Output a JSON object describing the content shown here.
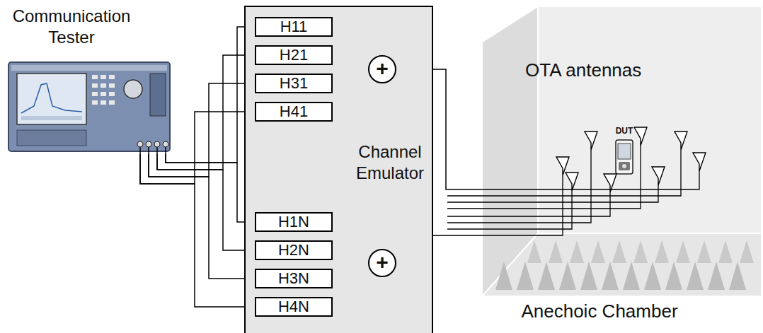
{
  "diagram": {
    "nodes": [
      {
        "text": [
          "Communication Tester"
        ]
      },
      {
        "text": [
          "Channel Emulator"
        ]
      },
      {
        "text": [
          "H11"
        ],
        "in": 1
      },
      {
        "text": [
          "H21"
        ],
        "in": 1
      },
      {
        "text": [
          "H31"
        ],
        "in": 1
      },
      {
        "text": [
          "H41"
        ],
        "in": 1
      },
      {
        "text": [
          "+"
        ],
        "in": 1
      },
      {
        "text": [
          "H1N"
        ],
        "in": 1
      },
      {
        "text": [
          "H2N"
        ],
        "in": 1
      },
      {
        "text": [
          "H3N"
        ],
        "in": 1
      },
      {
        "text": [
          "H4N"
        ],
        "in": 1
      },
      {
        "text": [
          "+"
        ],
        "in": 1
      },
      {
        "text": [
          "OTA antennas",
          "Anechoic Chamber"
        ]
      },
      {
        "text": [
          "DUT"
        ],
        "in": 12
      }
    ],
    "edges": [
      {
        "from": 0,
        "to": 2,
        "arrow": "none"
      },
      {
        "from": 0,
        "to": 3,
        "arrow": "none"
      },
      {
        "from": 0,
        "to": 4,
        "arrow": "none"
      },
      {
        "from": 0,
        "to": 5,
        "arrow": "none"
      },
      {
        "from": 0,
        "to": 7,
        "arrow": "none"
      },
      {
        "from": 0,
        "to": 8,
        "arrow": "none"
      },
      {
        "from": 0,
        "to": 9,
        "arrow": "none"
      },
      {
        "from": 0,
        "to": 10,
        "arrow": "none"
      },
      {
        "from": 2,
        "to": 6,
        "arrow": "to"
      },
      {
        "from": 3,
        "to": 6,
        "arrow": "to"
      },
      {
        "from": 4,
        "to": 6,
        "arrow": "to"
      },
      {
        "from": 5,
        "to": 6,
        "arrow": "to"
      },
      {
        "from": 7,
        "to": 11,
        "arrow": "to"
      },
      {
        "from": 8,
        "to": 11,
        "arrow": "to"
      },
      {
        "from": 9,
        "to": 11,
        "arrow": "to"
      },
      {
        "from": 10,
        "to": 11,
        "arrow": "to"
      },
      {
        "from": 6,
        "to": 12,
        "arrow": "none"
      },
      {
        "from": 11,
        "to": 12,
        "arrow": "none"
      }
    ]
  }
}
